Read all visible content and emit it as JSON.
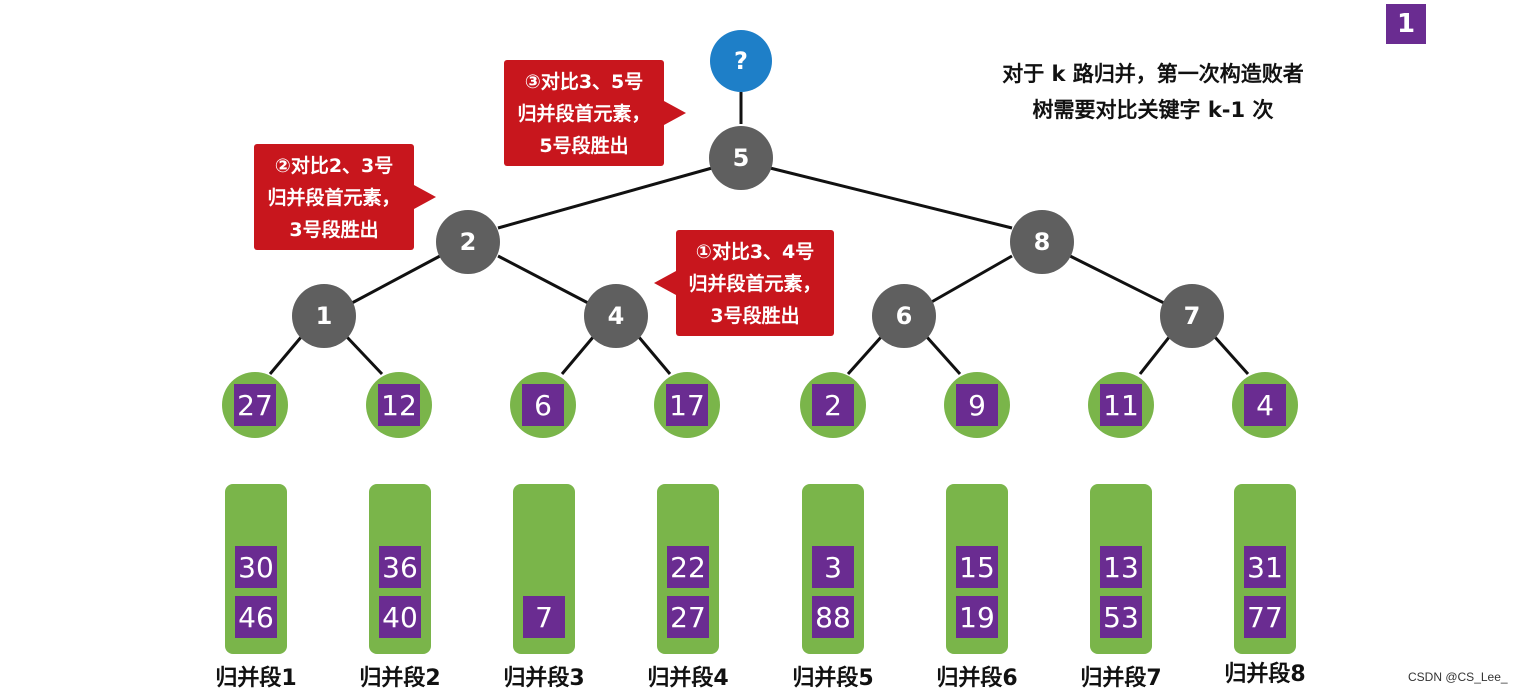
{
  "root": "?",
  "tree_nodes": [
    "5",
    "2",
    "8",
    "1",
    "4",
    "6",
    "7"
  ],
  "leaves": [
    "27",
    "12",
    "6",
    "17",
    "2",
    "9",
    "11",
    "4"
  ],
  "runs": [
    {
      "label": "归并段1",
      "values": [
        "30",
        "46"
      ]
    },
    {
      "label": "归并段2",
      "values": [
        "36",
        "40"
      ]
    },
    {
      "label": "归并段3",
      "values": [
        "7"
      ]
    },
    {
      "label": "归并段4",
      "values": [
        "22",
        "27"
      ]
    },
    {
      "label": "归并段5",
      "values": [
        "3",
        "88"
      ]
    },
    {
      "label": "归并段6",
      "values": [
        "15",
        "19"
      ]
    },
    {
      "label": "归并段7",
      "values": [
        "13",
        "53"
      ]
    },
    {
      "label": "归并段8",
      "values": [
        "31",
        "77"
      ]
    }
  ],
  "callouts": {
    "c1": [
      "①对比3、4号",
      "归并段首元素，",
      "3号段胜出"
    ],
    "c2": [
      "②对比2、3号",
      "归并段首元素，",
      "3号段胜出"
    ],
    "c3": [
      "③对比3、5号",
      "归并段首元素，",
      "5号段胜出"
    ]
  },
  "note": [
    "对于 k 路归并，第一次构造败者",
    "树需要对比关键字 k-1 次"
  ],
  "corner_badge": "1",
  "credit": "CSDN @CS_Lee_",
  "colors": {
    "node": "#5f5f5f",
    "root": "#1e7fc8",
    "green": "#7ab54a",
    "purple": "#6a2c91",
    "callout": "#c8161d"
  }
}
